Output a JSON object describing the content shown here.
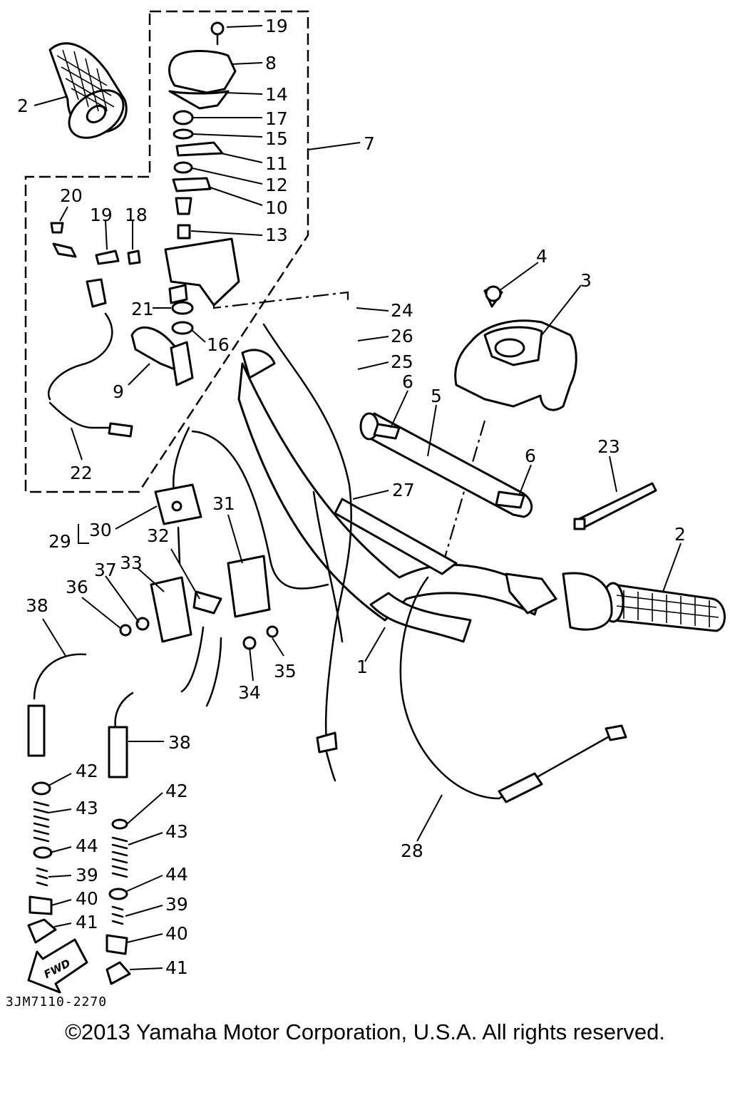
{
  "diagram": {
    "callouts": [
      "19",
      "8",
      "14",
      "17",
      "15",
      "11",
      "12",
      "10",
      "13",
      "7",
      "2",
      "20",
      "19",
      "18",
      "21",
      "16",
      "9",
      "22",
      "4",
      "3",
      "24",
      "26",
      "25",
      "6",
      "5",
      "6",
      "23",
      "2",
      "27",
      "29",
      "30",
      "31",
      "32",
      "33",
      "37",
      "36",
      "38",
      "35",
      "34",
      "1",
      "38",
      "42",
      "43",
      "44",
      "39",
      "40",
      "41",
      "42",
      "43",
      "44",
      "39",
      "40",
      "41",
      "28"
    ],
    "fwd_label": "FWD",
    "diagram_code": "3JM7110-2270",
    "copyright": "©2013 Yamaha Motor Corporation, U.S.A. All rights reserved."
  }
}
